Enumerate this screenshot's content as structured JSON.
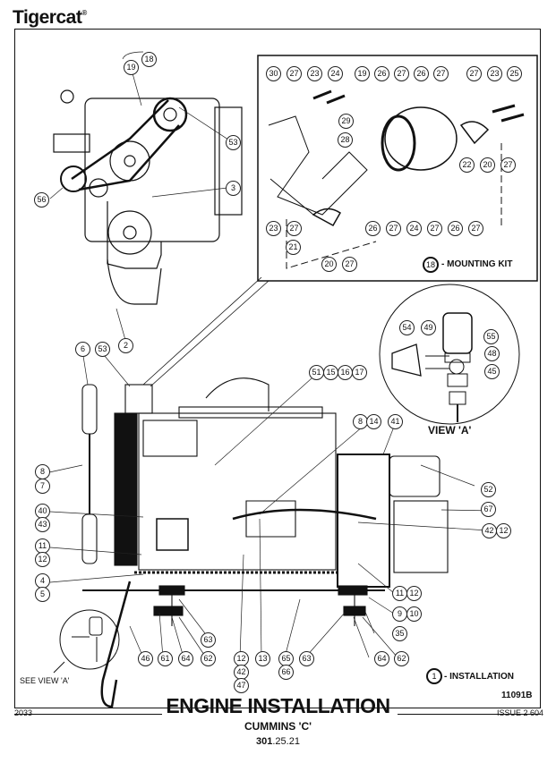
{
  "brand": {
    "name": "Tigercat",
    "mark": "®"
  },
  "drawing": {
    "title": "ENGINE INSTALLATION",
    "subtitle": "CUMMINS 'C'",
    "code_bold": "301",
    "code_rest": ".25.21",
    "figure_number": "11091B",
    "page_ref": "2033",
    "issue": "ISSUE 2 604"
  },
  "legend": {
    "mounting_kit": {
      "number": "18",
      "label": "- MOUNTING KIT"
    },
    "installation": {
      "number": "1",
      "label": "- INSTALLATION"
    }
  },
  "detail_view": {
    "title": "VIEW 'A'",
    "reference": "SEE VIEW 'A'"
  },
  "callouts": {
    "front_view": [
      "18",
      "19",
      "53",
      "56",
      "3",
      "2"
    ],
    "mounting_kit_top": [
      "30",
      "27",
      "23",
      "24",
      "19",
      "26",
      "27",
      "26",
      "27",
      "27",
      "23",
      "25"
    ],
    "mounting_kit_mid": [
      "29",
      "28",
      "22",
      "20",
      "27"
    ],
    "mounting_kit_bottom": [
      "23",
      "27",
      "26",
      "27",
      "24",
      "27",
      "26",
      "27",
      "21",
      "20",
      "27"
    ],
    "view_a": [
      "54",
      "49",
      "55",
      "48",
      "45"
    ],
    "side_left": [
      "6",
      "53",
      "8",
      "7",
      "40",
      "43",
      "11",
      "12",
      "4",
      "5"
    ],
    "side_top": [
      "51",
      "15",
      "16",
      "17",
      "8",
      "14",
      "41"
    ],
    "side_right": [
      "52",
      "67",
      "42",
      "12",
      "11",
      "12",
      "9",
      "10",
      "35"
    ],
    "bottom_row": [
      "46",
      "61",
      "64",
      "62",
      "63",
      "12",
      "42",
      "47",
      "13",
      "65",
      "66",
      "63",
      "64",
      "62"
    ]
  }
}
